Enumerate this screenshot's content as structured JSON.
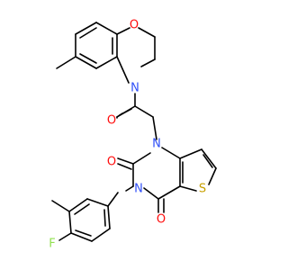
{
  "atoms": {
    "o_ring": {
      "label": "O",
      "color": "#ff0d0d"
    },
    "n_ring": {
      "label": "N",
      "color": "#3050f8"
    },
    "o_amide": {
      "label": "O",
      "color": "#ff0d0d"
    },
    "n1": {
      "label": "N",
      "color": "#3050f8"
    },
    "n3": {
      "label": "N",
      "color": "#3050f8"
    },
    "o_c2": {
      "label": "O",
      "color": "#ff0d0d"
    },
    "o_c4": {
      "label": "O",
      "color": "#ff0d0d"
    },
    "s_thio": {
      "label": "S",
      "color": "#c8a000"
    },
    "f": {
      "label": "F",
      "color": "#90e050"
    }
  },
  "bond_color": "#000000"
}
